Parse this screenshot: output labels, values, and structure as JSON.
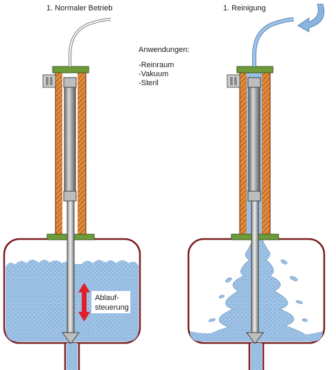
{
  "panel_left": {
    "title": "1. Normaler Betrieb"
  },
  "panel_right": {
    "title": "1. Reinigung"
  },
  "applications": {
    "heading": "Anwendungen:",
    "items": [
      "-Reinraum",
      "-Vakuum",
      "-Steril"
    ]
  },
  "flow_control": {
    "line1": "Ablauf-",
    "line2": "steuerung"
  },
  "colors": {
    "liquid": "#9ec2e6",
    "vessel_outline": "#7a1f22",
    "housing": "#e08a3a",
    "flange": "#6f9a3a",
    "arrow_red": "#e0202a",
    "arrow_blue": "#8ab4e0"
  }
}
